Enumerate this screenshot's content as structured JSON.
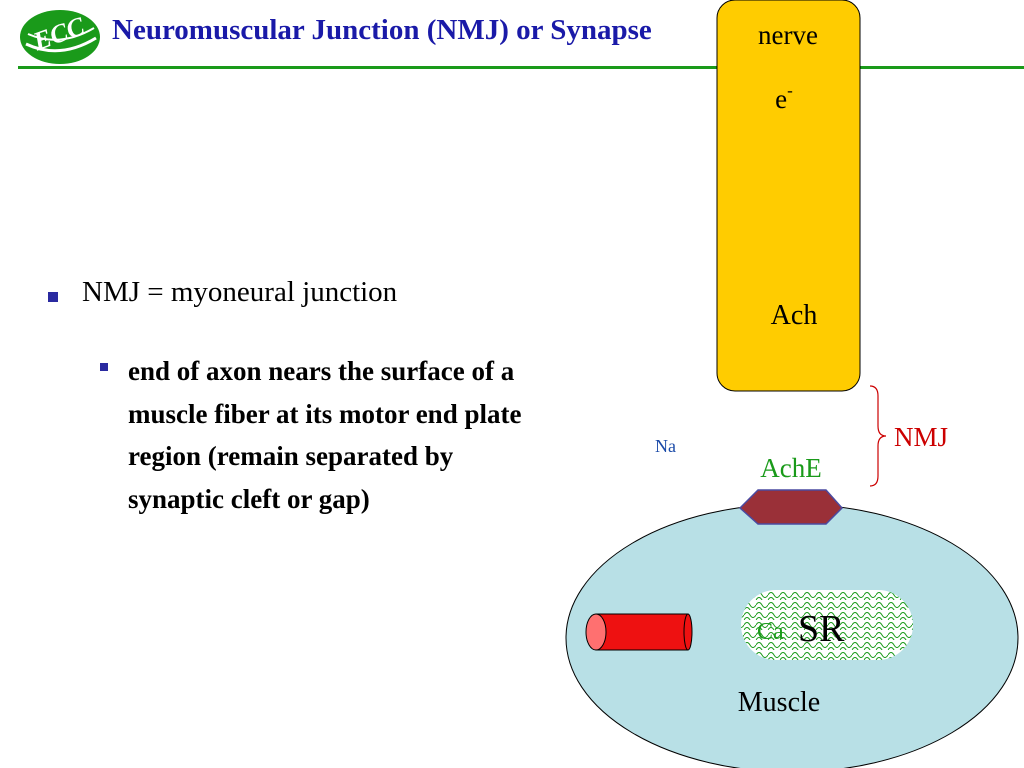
{
  "header": {
    "title": "Neuromuscular Junction (NMJ) or Synapse",
    "logo_letters": "ECC"
  },
  "bullets": [
    {
      "text": "NMJ = myoneural junction",
      "sub": [
        {
          "text": "end of axon nears the surface of a muscle fiber at its motor end plate region (remain separated by synaptic cleft or gap)"
        }
      ]
    }
  ],
  "diagram": {
    "nerve_label": "nerve",
    "electron_base": "e",
    "electron_sup": "-",
    "ach_label": "Ach",
    "na_label": "Na",
    "ache_label": "AchE",
    "nmj_label": "NMJ",
    "ca_label": "Ca",
    "sr_label": "SR",
    "muscle_label": "Muscle"
  },
  "colors": {
    "title": "#1a1aa8",
    "rule": "#1a9a1a",
    "nerve_fill": "#ffcc00",
    "muscle_fill": "#b8e0e6",
    "ache_fill": "#9a3038",
    "nmj_red": "#cc0000",
    "green_text": "#1a9a1a",
    "na_blue": "#1a4aa8",
    "tube_red": "#ee1111"
  }
}
